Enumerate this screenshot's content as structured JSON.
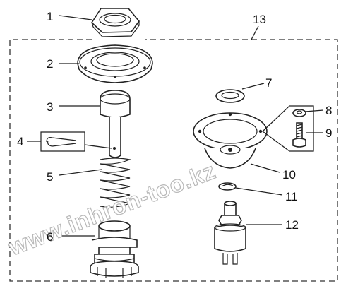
{
  "labels": {
    "l1": "1",
    "l2": "2",
    "l3": "3",
    "l4": "4",
    "l5": "5",
    "l6": "6",
    "l7": "7",
    "l8": "8",
    "l9": "9",
    "l10": "10",
    "l11": "11",
    "l12": "12",
    "l13": "13"
  },
  "watermark": "www.inhron-too.kz"
}
